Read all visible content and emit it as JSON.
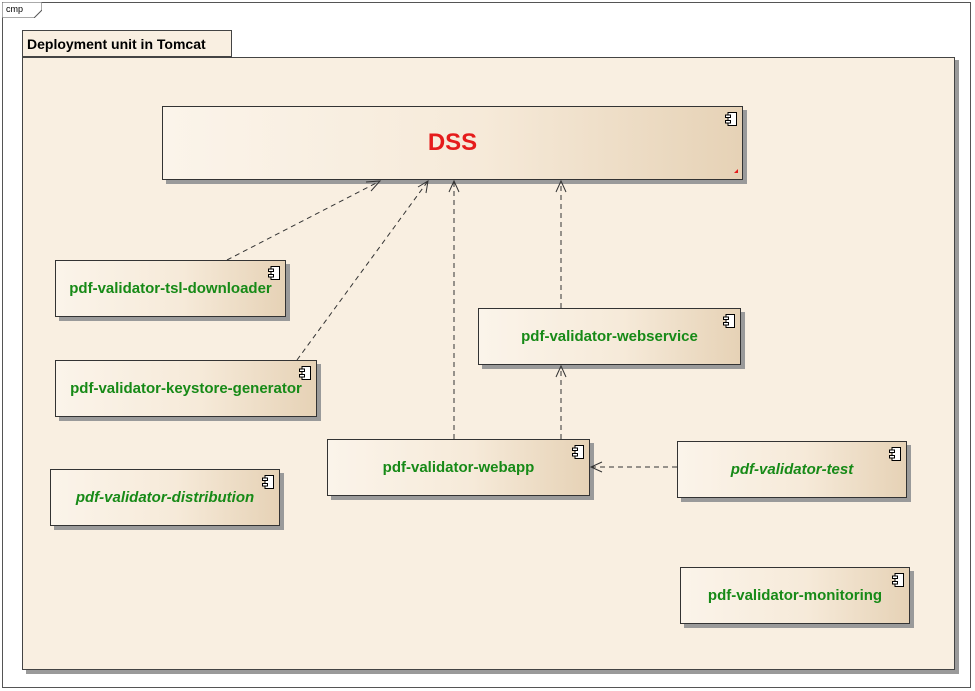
{
  "diagram": {
    "frame_label": "cmp",
    "package_title": "Deployment unit in Tomcat",
    "components": {
      "dss": "DSS",
      "tsl_downloader": "pdf-validator-tsl-downloader",
      "keystore_generator": "pdf-validator-keystore-generator",
      "distribution": "pdf-validator-distribution",
      "webservice": "pdf-validator-webservice",
      "webapp": "pdf-validator-webapp",
      "test": "pdf-validator-test",
      "monitoring": "pdf-validator-monitoring"
    },
    "dependencies": [
      {
        "from": "pdf-validator-tsl-downloader",
        "to": "DSS"
      },
      {
        "from": "pdf-validator-keystore-generator",
        "to": "DSS"
      },
      {
        "from": "pdf-validator-webapp",
        "to": "DSS"
      },
      {
        "from": "pdf-validator-webservice",
        "to": "DSS"
      },
      {
        "from": "pdf-validator-webapp",
        "to": "pdf-validator-webservice"
      },
      {
        "from": "pdf-validator-test",
        "to": "pdf-validator-webapp"
      }
    ],
    "colors": {
      "label_green": "#178a17",
      "dss_red": "#e51c1c",
      "package_fill": "#f9efe1"
    }
  }
}
